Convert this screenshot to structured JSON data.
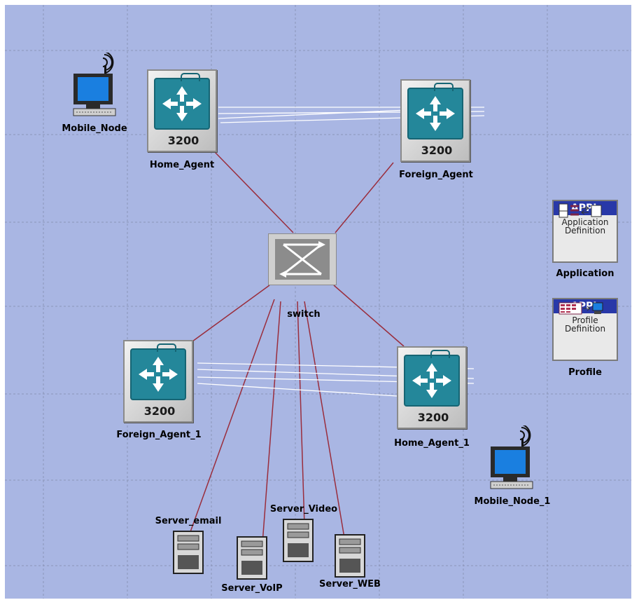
{
  "canvas": {
    "background": "#a9b6e3",
    "grid_color": "#8a95b8",
    "link_color": "#9a2d3c"
  },
  "nodes": {
    "mobile_node": {
      "label": "Mobile_Node"
    },
    "home_agent": {
      "label": "Home_Agent",
      "model": "3200"
    },
    "foreign_agent": {
      "label": "Foreign_Agent",
      "model": "3200"
    },
    "switch": {
      "label": "switch"
    },
    "foreign_agent_1": {
      "label": "Foreign_Agent_1",
      "model": "3200"
    },
    "home_agent_1": {
      "label": "Home_Agent_1",
      "model": "3200"
    },
    "mobile_node_1": {
      "label": "Mobile_Node_1"
    },
    "server_email": {
      "label": "Server_email"
    },
    "server_voip": {
      "label": "Server_VoIP"
    },
    "server_video": {
      "label": "Server_Video"
    },
    "server_web": {
      "label": "Server_WEB"
    },
    "application": {
      "label": "Application",
      "badge": "APPL",
      "line1": "Application",
      "line2": "Definition"
    },
    "profile": {
      "label": "Profile",
      "badge": "APPL",
      "line1": "Profile",
      "line2": "Definition"
    }
  }
}
